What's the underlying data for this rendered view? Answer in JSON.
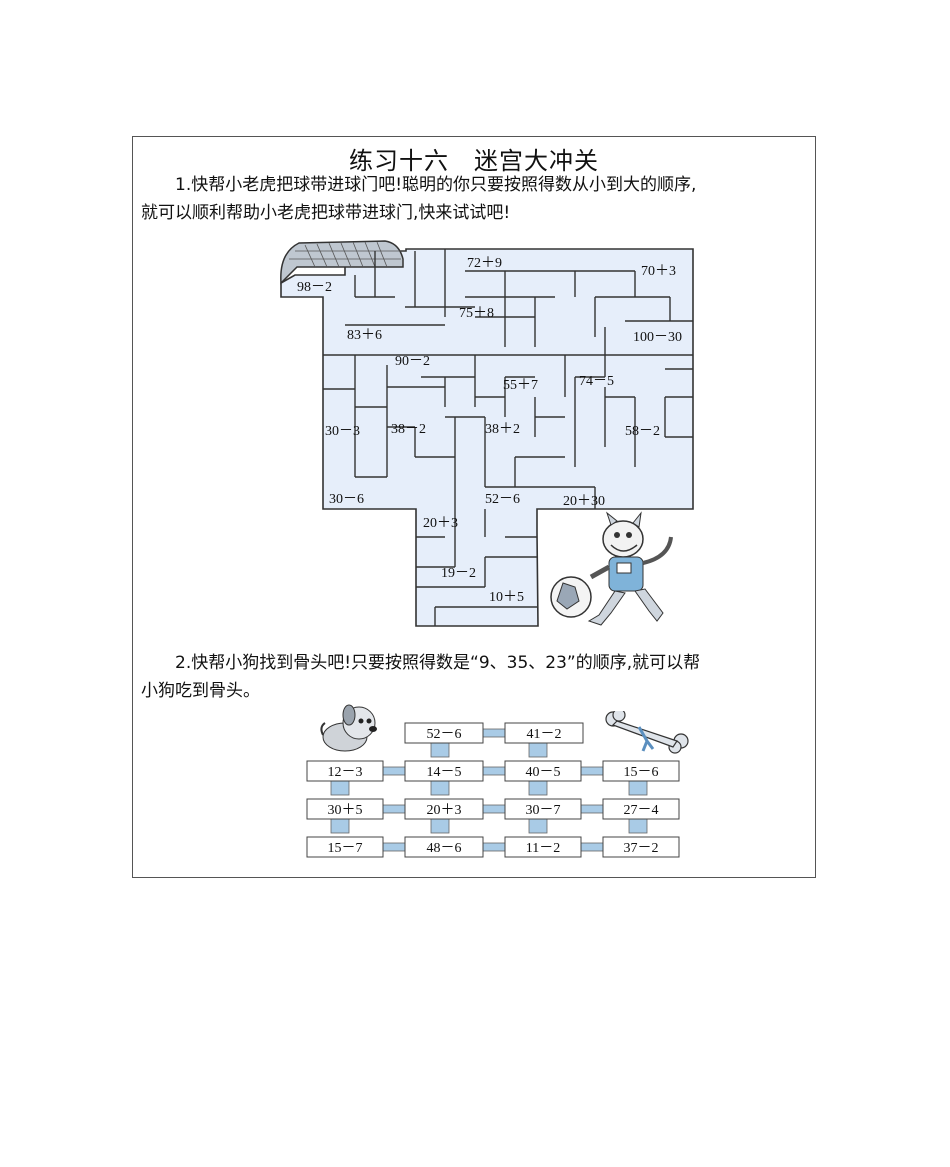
{
  "title": "练习十六　迷宫大冲关",
  "q1": {
    "line1": "1.快帮小老虎把球带进球门吧!聪明的你只要按照得数从小到大的顺序,",
    "line2": "就可以顺利帮助小老虎把球带进球门,快来试试吧!"
  },
  "maze_labels": [
    "98－2",
    "72＋9",
    "70＋3",
    "75＋8",
    "83＋6",
    "100－30",
    "90－2",
    "55＋7",
    "74－5",
    "30－3",
    "38－2",
    "38＋2",
    "58－2",
    "30－6",
    "52－6",
    "20＋30",
    "20＋3",
    "19－2",
    "10＋5"
  ],
  "q2": {
    "line1": "2.快帮小狗找到骨头吧!只要按照得数是“9、35、23”的顺序,就可以帮",
    "line2": "小狗吃到骨头。"
  },
  "path_grid": {
    "row0": [
      "52－6",
      "41－2"
    ],
    "row1": [
      "12－3",
      "14－5",
      "40－5",
      "15－6"
    ],
    "row2": [
      "30＋5",
      "20＋3",
      "30－7",
      "27－4"
    ],
    "row3": [
      "15－7",
      "48－6",
      "11－2",
      "37－2"
    ]
  },
  "colors": {
    "maze_fill": "#e6eefa",
    "bridge": "#a9cbe6",
    "line": "#333333"
  },
  "icons": [
    "goal-net-icon",
    "tiger-with-ball-icon",
    "dog-icon",
    "bone-icon"
  ]
}
